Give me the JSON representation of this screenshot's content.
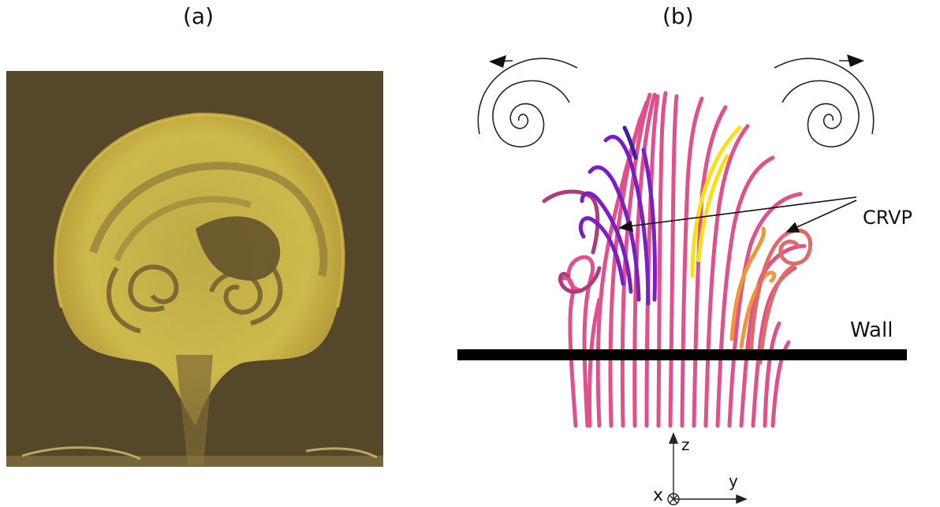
{
  "panels": {
    "a": {
      "label": "(a)"
    },
    "b": {
      "label": "(b)"
    }
  },
  "annotations": {
    "crvp": "CRVP",
    "wall": "Wall"
  },
  "axes": {
    "z": "z",
    "y": "y",
    "x": "x"
  },
  "colors": {
    "photo_background": "#4a3f26",
    "plume_yellow": "#c9b445",
    "streamline_pink": "#e0508a",
    "streamline_purple": "#7a1fc4",
    "streamline_yellow": "#f7e21a",
    "streamline_orange": "#f0953a",
    "wall_black": "#000000"
  }
}
